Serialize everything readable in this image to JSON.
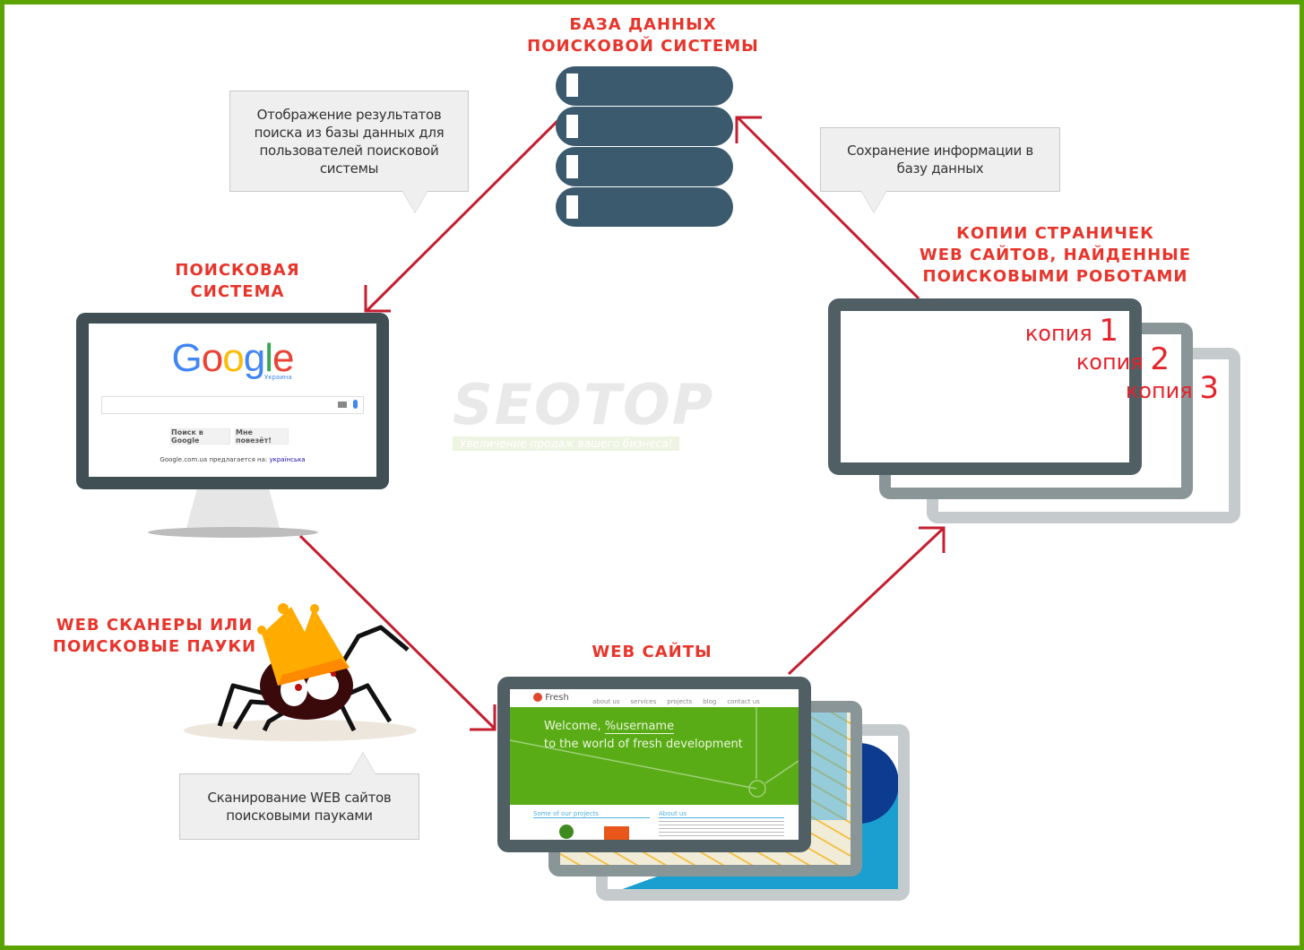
{
  "labels": {
    "database": [
      "БАЗА ДАННЫХ",
      "ПОИСКОВОЙ СИСТЕМЫ"
    ],
    "search_engine": [
      "ПОИСКОВАЯ",
      "СИСТЕМА"
    ],
    "copies": [
      "КОПИИ СТРАНИЧЕК",
      "WEB САЙТОВ, НАЙДЕННЫЕ",
      "ПОИСКОВЫМИ РОБОТАМИ"
    ],
    "crawlers": [
      "WEB СКАНЕРЫ ИЛИ",
      "ПОИСКОВЫЕ ПАУКИ"
    ],
    "websites": "WEB САЙТЫ"
  },
  "callouts": {
    "display_results": "Отображение результатов поиска из базы данных для пользователей поисковой системы",
    "save_info": "Сохранение информации в базу данных",
    "scanning": "Сканирование WEB  сайтов поисковыми пауками"
  },
  "google": {
    "logo": "Google",
    "region": "Украина",
    "search_button": "Поиск в Google",
    "lucky_button": "Мне повезёт!",
    "offered_in": "Google.com.ua предлагается на:",
    "language_link": "українська"
  },
  "copies": [
    {
      "word": "копия",
      "num": "1"
    },
    {
      "word": "копия",
      "num": "2"
    },
    {
      "word": "копия",
      "num": "3"
    }
  ],
  "website": {
    "brand": "Fresh",
    "nav": [
      "about us",
      "services",
      "projects",
      "blog",
      "contact us"
    ],
    "hero_line1": "Welcome,",
    "hero_user": "%username",
    "hero_line2": "to the world of fresh development",
    "projects_heading": "Some of our projects",
    "about_heading": "About us"
  },
  "watermark": {
    "logo": "SEOTOP",
    "tagline": "Увеличение продаж вашего бизнеса!"
  },
  "colors": {
    "accent": "#e8352c",
    "arrow": "#c41f30",
    "border": "#5ba300",
    "frame": "#4d5c61",
    "db": "#3b5a6e"
  }
}
